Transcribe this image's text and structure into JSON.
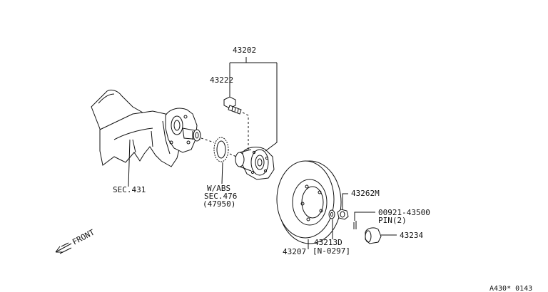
{
  "labels": {
    "p43202": "43202",
    "p43222": "43222",
    "sec431": "SEC.431",
    "wabs": "W/ABS",
    "sec476": "SEC.476",
    "p47950": "(47950)",
    "p43262m": "43262M",
    "p00921": "00921-43500",
    "pin2": "PIN(2)",
    "p43234": "43234",
    "p43213d": "43213D",
    "n0297": "[N-0297]",
    "p43207": "43207",
    "front": "FRONT",
    "code": "A430* 0143"
  }
}
